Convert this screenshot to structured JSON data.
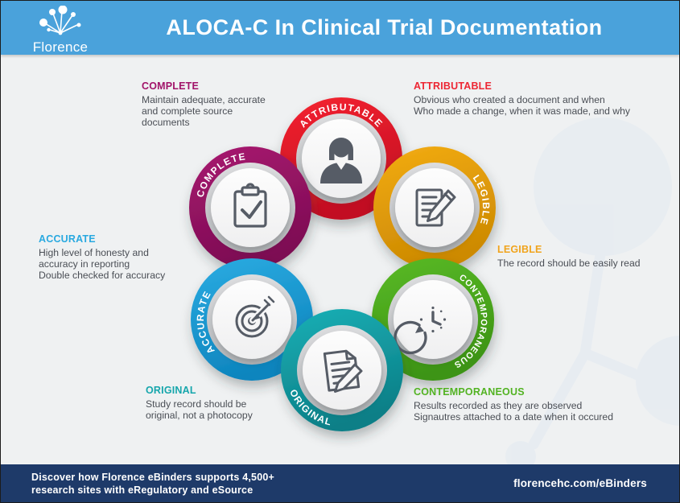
{
  "header": {
    "logo_text": "Florence",
    "title": "ALOCA-C In Clinical Trial Documentation",
    "bg_color": "#4aa2db"
  },
  "rings": {
    "attributable": {
      "label": "ATTRIBUTABLE",
      "color": "#ec1b2e",
      "icon": "person-icon"
    },
    "complete": {
      "label": "COMPLETE",
      "color": "#a11369",
      "icon": "clipboard-check-icon"
    },
    "legible": {
      "label": "LEGIBLE",
      "color": "#efa512",
      "icon": "document-pencil-icon"
    },
    "accurate": {
      "label": "ACCURATE",
      "color": "#1fa6e0",
      "icon": "target-dart-icon"
    },
    "contemporaneous": {
      "label": "CONTEMPORANEOUS",
      "color": "#50b31f",
      "icon": "clock-refresh-icon"
    },
    "original": {
      "label": "ORIGINAL",
      "color": "#15a6ac",
      "icon": "document-pen-icon"
    }
  },
  "callouts": {
    "complete": {
      "heading": "COMPLETE",
      "lines": [
        "Maintain adequate, accurate",
        "and complete source",
        "documents"
      ]
    },
    "attributable": {
      "heading": "ATTRIBUTABLE",
      "lines": [
        "Obvious who created a document and when",
        "Who made a change, when it was made, and why"
      ]
    },
    "accurate": {
      "heading": "ACCURATE",
      "lines": [
        "High level of honesty and",
        "accuracy in reporting",
        "Double checked for accuracy"
      ]
    },
    "legible": {
      "heading": "LEGIBLE",
      "lines": [
        "The record should be easily read"
      ]
    },
    "original": {
      "heading": "ORIGINAL",
      "lines": [
        "Study record should be",
        "original, not a photocopy"
      ]
    },
    "contemporaneous": {
      "heading": "CONTEMPORANEOUS",
      "lines": [
        "Results recorded as they are observed",
        "Signautres attached to a date when it occured"
      ]
    }
  },
  "footer": {
    "bg_color": "#1e3a69",
    "left_lines": [
      "Discover how Florence eBinders supports 4,500+",
      "research sites with eRegulatory and eSource"
    ],
    "url": "florencehc.com/eBinders"
  }
}
